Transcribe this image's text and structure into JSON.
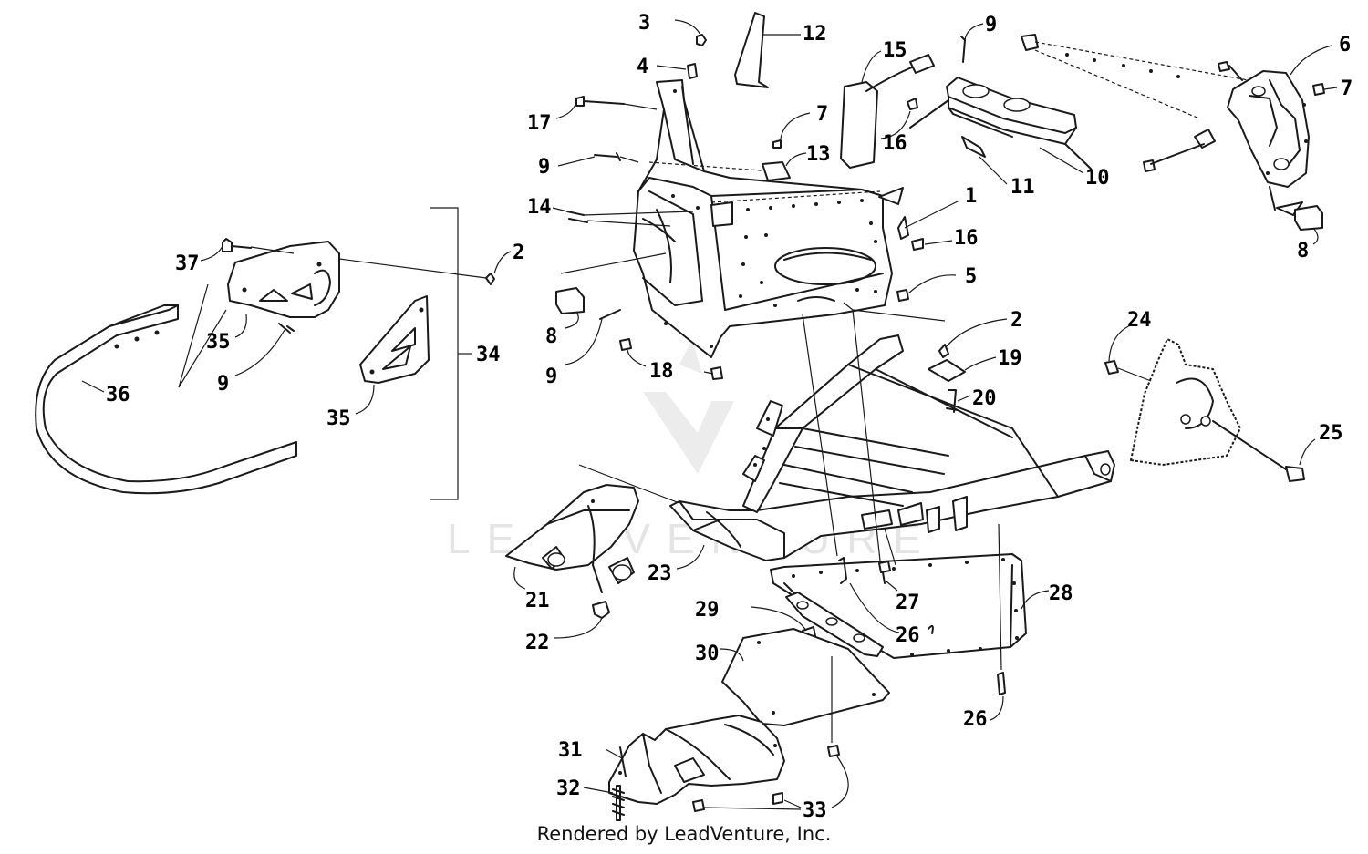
{
  "watermark": "LEADVENTURE",
  "credit": "Rendered by LeadVenture, Inc.",
  "callouts": {
    "c1": "1",
    "c2a": "2",
    "c2b": "2",
    "c3": "3",
    "c4": "4",
    "c5": "5",
    "c6": "6",
    "c7a": "7",
    "c7b": "7",
    "c8a": "8",
    "c8b": "8",
    "c9a": "9",
    "c9b": "9",
    "c9c": "9",
    "c9d": "9",
    "c10": "10",
    "c11": "11",
    "c12": "12",
    "c13": "13",
    "c14": "14",
    "c15": "15",
    "c16a": "16",
    "c16b": "16",
    "c17": "17",
    "c18": "18",
    "c19": "19",
    "c20": "20",
    "c21": "21",
    "c22": "22",
    "c23": "23",
    "c24": "24",
    "c25": "25",
    "c26a": "26",
    "c26b": "26",
    "c27": "27",
    "c28": "28",
    "c29": "29",
    "c30": "30",
    "c31": "31",
    "c32": "32",
    "c33": "33",
    "c34": "34",
    "c35a": "35",
    "c35b": "35",
    "c36": "36",
    "c37": "37"
  }
}
